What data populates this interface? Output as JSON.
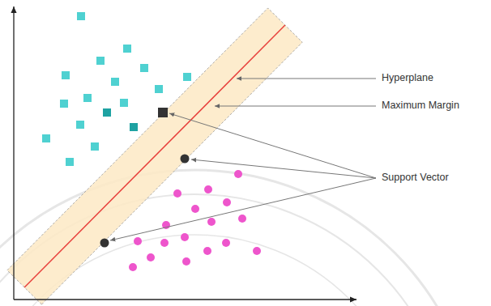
{
  "diagram": {
    "labels": [
      "Hyperplane",
      "Maximum Margin",
      "Support Vector"
    ]
  }
}
